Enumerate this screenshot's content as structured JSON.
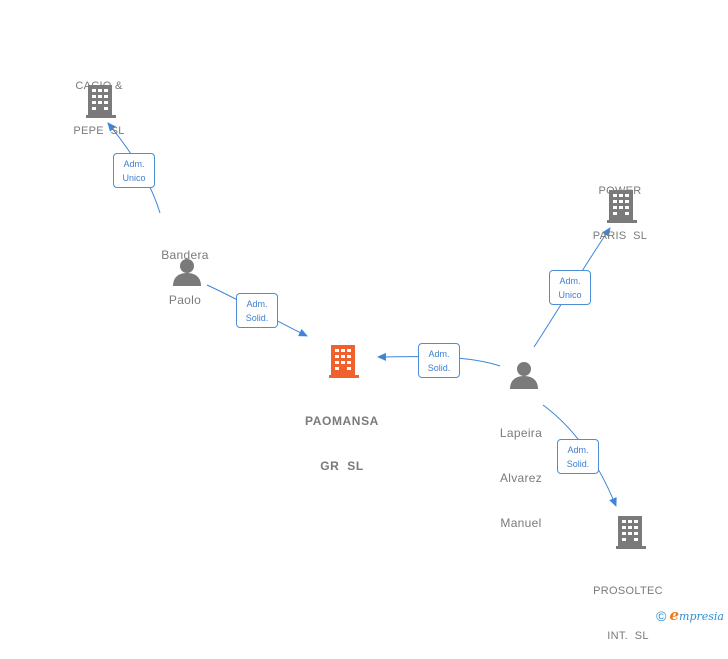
{
  "colors": {
    "edge": "#3d85d8",
    "company": "#7a7a7a",
    "company_main": "#f0612e",
    "person": "#7a7a7a"
  },
  "nodes": {
    "cacio": {
      "line1": "CACIO &",
      "line2": "PEPE  SL"
    },
    "power": {
      "line1": "POWER",
      "line2": "PARIS  SL"
    },
    "bandera": {
      "line1": "Bandera",
      "line2": "Paolo"
    },
    "paomansa": {
      "line1": "PAOMANSA",
      "line2": "GR  SL"
    },
    "lapeira": {
      "line1": "Lapeira",
      "line2": "Alvarez",
      "line3": "Manuel"
    },
    "prosoltec": {
      "line1": "PROSOLTEC",
      "line2": "INT.  SL"
    }
  },
  "edges": {
    "bandera_cacio": {
      "line1": "Adm.",
      "line2": "Unico"
    },
    "bandera_paomansa": {
      "line1": "Adm.",
      "line2": "Solid."
    },
    "lapeira_paomansa": {
      "line1": "Adm.",
      "line2": "Solid."
    },
    "lapeira_power": {
      "line1": "Adm.",
      "line2": "Unico"
    },
    "lapeira_prosoltec": {
      "line1": "Adm.",
      "line2": "Solid."
    }
  },
  "footer": {
    "copyright_symbol": "©",
    "brand_initial": "e",
    "brand_rest": "mpresia"
  }
}
